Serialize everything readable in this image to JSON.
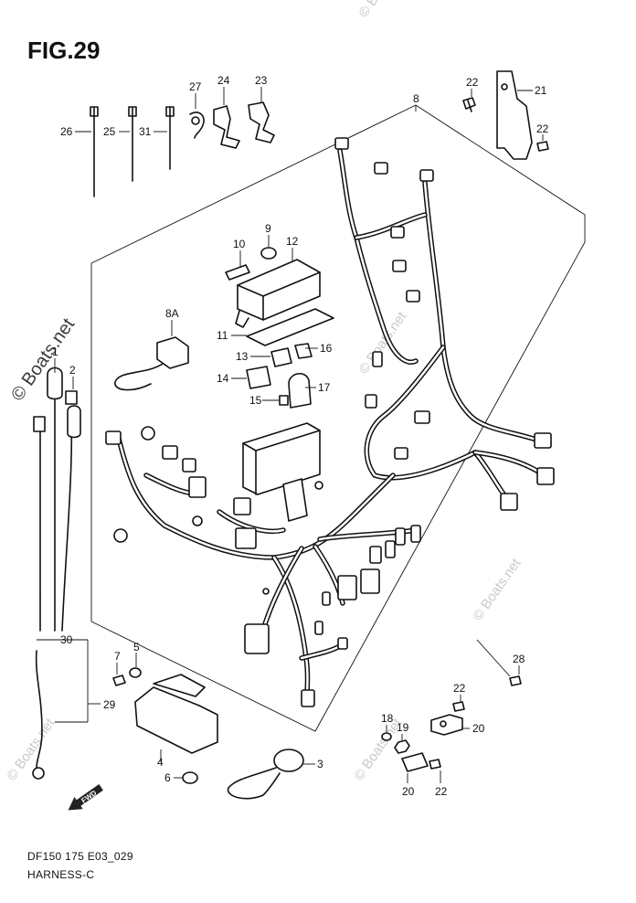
{
  "figure": {
    "title": "FIG.29",
    "code": "DF150 175 E03_029",
    "name": "HARNESS-C"
  },
  "watermarks": {
    "brand": "© Boats.net",
    "repeat": "© Boats.net"
  },
  "front_indicator": "FWD",
  "callouts": {
    "c26": "26",
    "c25": "25",
    "c31": "31",
    "c27": "27",
    "c24": "24",
    "c23": "23",
    "c8": "8",
    "c22a": "22",
    "c21": "21",
    "c22b": "22",
    "c9": "9",
    "c10": "10",
    "c12": "12",
    "c8A": "8A",
    "c11": "11",
    "c13": "13",
    "c16": "16",
    "c14": "14",
    "c17": "17",
    "c15": "15",
    "c2": "2",
    "c1": "1",
    "c30": "30",
    "c29": "29",
    "c7": "7",
    "c5": "5",
    "c4": "4",
    "c6": "6",
    "c3": "3",
    "c28": "28",
    "c22c": "22",
    "c18": "18",
    "c19": "19",
    "c20a": "20",
    "c20b": "20",
    "c22d": "22"
  }
}
